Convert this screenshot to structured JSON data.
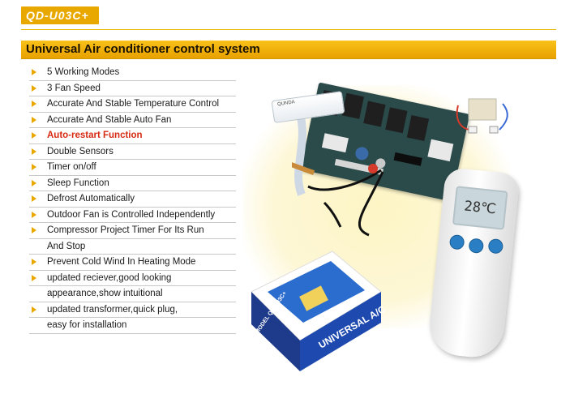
{
  "badge": {
    "model": "QD-U03C+"
  },
  "header": {
    "title": "Universal Air conditioner control system"
  },
  "features": [
    {
      "text": "5 Working Modes"
    },
    {
      "text": "3 Fan Speed"
    },
    {
      "text": "Accurate And Stable Temperature Control"
    },
    {
      "text": "Accurate And Stable Auto Fan"
    },
    {
      "text": "Auto-restart Function"
    },
    {
      "text": "Double Sensors"
    },
    {
      "text": "Timer on/off"
    },
    {
      "text": "Sleep Function"
    },
    {
      "text": "Defrost Automatically"
    },
    {
      "text": "Outdoor Fan is Controlled Independently"
    },
    {
      "text": "Compressor Project Timer For Its Run"
    },
    {
      "text": "And Stop"
    },
    {
      "text": "Prevent Cold Wind In Heating Mode"
    },
    {
      "text": "updated reciever,good looking"
    },
    {
      "text": "appearance,show intuitional"
    },
    {
      "text": "updated transformer,quick plug,"
    },
    {
      "text": "easy for installation"
    }
  ],
  "remote": {
    "display": "28℃"
  },
  "display_unit": {
    "brand": "QUNDA"
  },
  "box": {
    "label_top": "UNIVERSAL A/C",
    "label_side": "MODEL QD-U03C+"
  },
  "colors": {
    "accent": "#e9a800",
    "highlight": "#d62a12",
    "bar": "#f5b400"
  }
}
